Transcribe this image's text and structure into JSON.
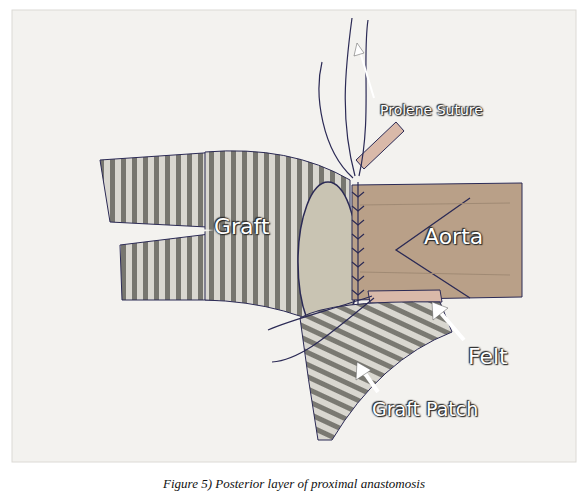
{
  "diagram": {
    "caption": "Figure 5) Posterior layer of proximal anastomosis",
    "labels": [
      "Prolene Suture",
      "Graft",
      "Aorta",
      "Felt",
      "Graft Patch"
    ]
  }
}
